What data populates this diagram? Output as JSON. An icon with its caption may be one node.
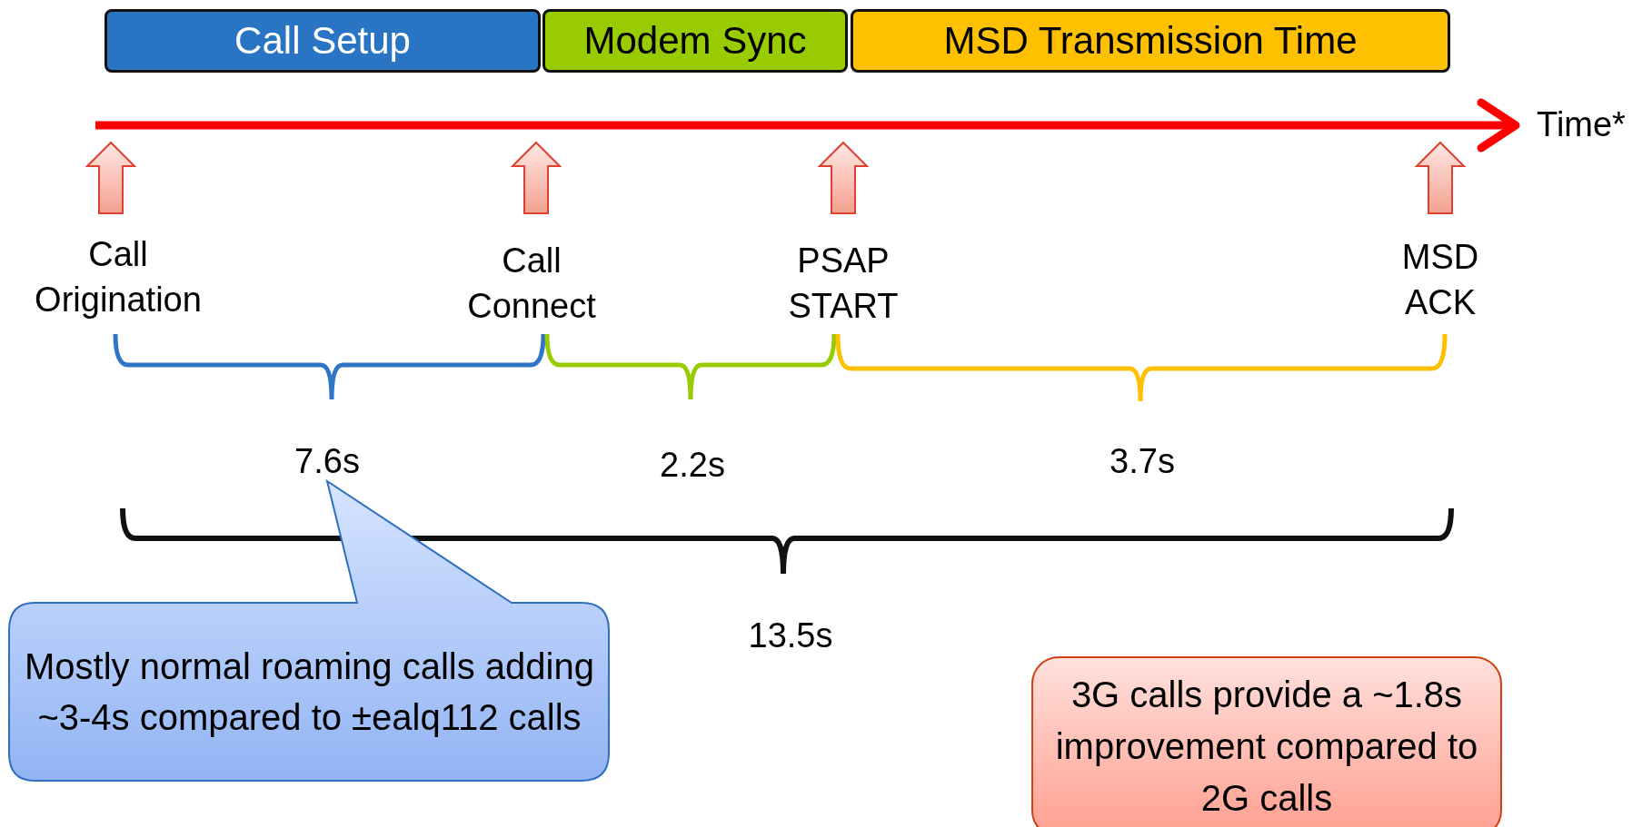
{
  "diagram": {
    "nodes": [
      {
        "text": [
          "Call Setup"
        ]
      },
      {
        "text": [
          "Modem Sync"
        ]
      },
      {
        "text": [
          "MSD Transmission Time"
        ]
      },
      {
        "text": [
          "Mostly normal roaming calls adding ~3-4s compared to ±ealq112 calls"
        ]
      },
      {
        "text": [
          "3G calls provide a ~1.8s improvement compared to 2G calls"
        ]
      }
    ],
    "edges": [],
    "labels": [
      "Time*",
      "Call Origination",
      "Call Connect",
      "PSAP START",
      "MSD ACK",
      "7.6s",
      "2.2s",
      "3.7s",
      "13.5s"
    ]
  }
}
